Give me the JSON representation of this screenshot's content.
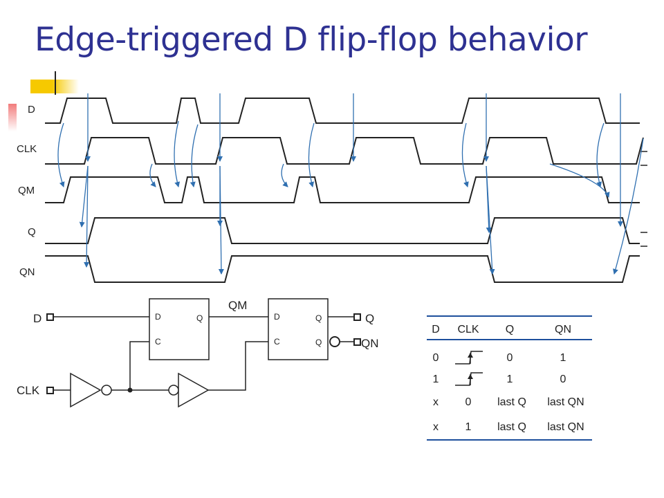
{
  "title": "Edge-triggered D flip-flop behavior",
  "colors": {
    "title": "#2e3192",
    "accent_bar": "#f6c900",
    "arrow": "#2f6fb0",
    "line": "#222222"
  },
  "timing": {
    "signals": [
      "D",
      "CLK",
      "QM",
      "Q",
      "QN"
    ]
  },
  "circuit": {
    "input_d": "D",
    "input_clk": "CLK",
    "wire_qm": "QM",
    "output_q": "Q",
    "output_qn": "QN",
    "master": {
      "d": "D",
      "c": "C",
      "q": "Q"
    },
    "slave": {
      "d": "D",
      "c": "C",
      "q": "Q",
      "qn": "Q"
    }
  },
  "truth_table": {
    "headers": [
      "D",
      "CLK",
      "Q",
      "QN"
    ],
    "rows": [
      [
        "0",
        "",
        "0",
        "1"
      ],
      [
        "1",
        "",
        "1",
        "0"
      ],
      [
        "x",
        "0",
        "last Q",
        "last QN"
      ],
      [
        "x",
        "1",
        "last Q",
        "last QN"
      ]
    ],
    "edge_icon": "rising-edge-icon"
  }
}
